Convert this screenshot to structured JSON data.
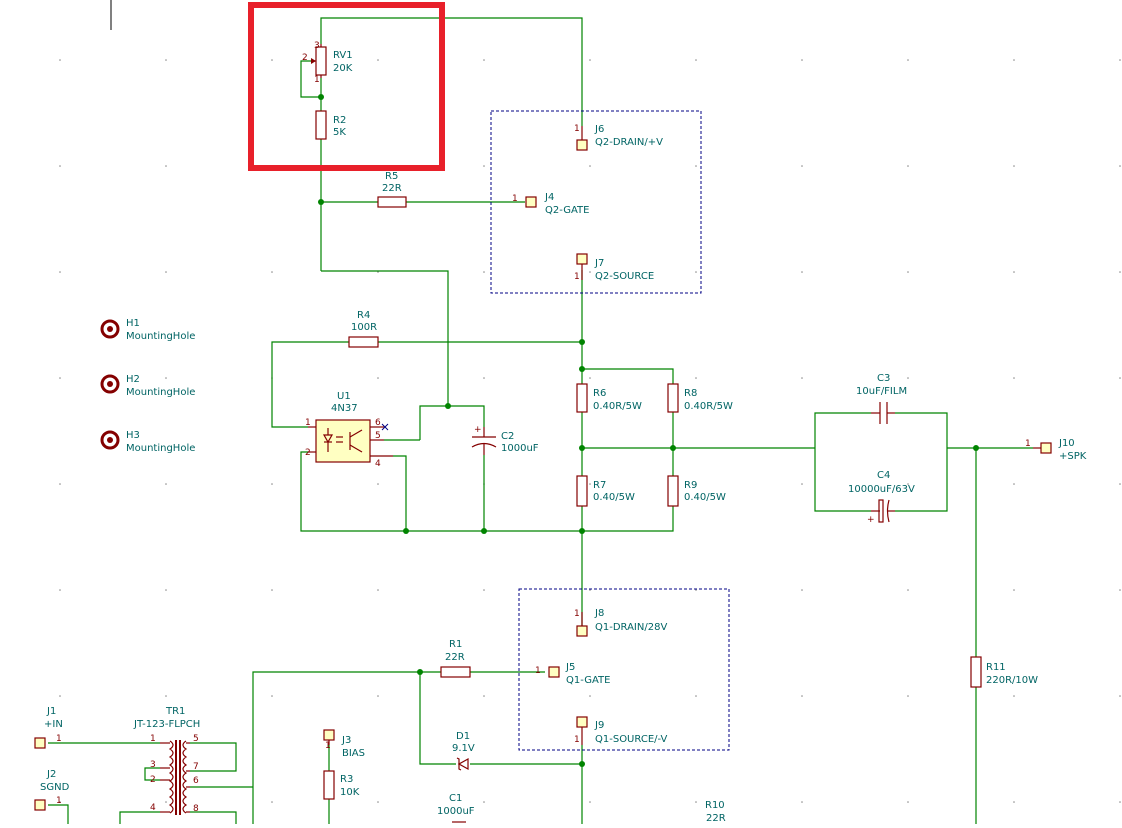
{
  "components": {
    "RV1": {
      "ref": "RV1",
      "value": "20K",
      "pins": [
        "1",
        "2",
        "3"
      ]
    },
    "R2": {
      "ref": "R2",
      "value": "5K"
    },
    "R5": {
      "ref": "R5",
      "value": "22R"
    },
    "R4": {
      "ref": "R4",
      "value": "100R"
    },
    "R6": {
      "ref": "R6",
      "value": "0.40R/5W"
    },
    "R8": {
      "ref": "R8",
      "value": "0.40R/5W"
    },
    "R7": {
      "ref": "R7",
      "value": "0.40/5W"
    },
    "R9": {
      "ref": "R9",
      "value": "0.40/5W"
    },
    "R1": {
      "ref": "R1",
      "value": "22R"
    },
    "R3": {
      "ref": "R3",
      "value": "10K"
    },
    "R10": {
      "ref": "R10",
      "value": "22R"
    },
    "R11": {
      "ref": "R11",
      "value": "220R/10W"
    },
    "C2": {
      "ref": "C2",
      "value": "1000uF",
      "plus": "+"
    },
    "C3": {
      "ref": "C3",
      "value": "10uF/FILM"
    },
    "C4": {
      "ref": "C4",
      "value": "10000uF/63V",
      "plus": "+"
    },
    "C1": {
      "ref": "C1",
      "value": "1000uF"
    },
    "D1": {
      "ref": "D1",
      "value": "9.1V"
    },
    "U1": {
      "ref": "U1",
      "value": "4N37",
      "pins": [
        "1",
        "2",
        "6",
        "5",
        "4"
      ]
    },
    "TR1": {
      "ref": "TR1",
      "value": "JT-123-FLPCH",
      "pins": [
        "1",
        "3",
        "2",
        "4",
        "5",
        "7",
        "6",
        "8"
      ]
    },
    "H1": {
      "ref": "H1",
      "value": "MountingHole"
    },
    "H2": {
      "ref": "H2",
      "value": "MountingHole"
    },
    "H3": {
      "ref": "H3",
      "value": "MountingHole"
    }
  },
  "connectors": {
    "J6": {
      "ref": "J6",
      "value": "Q2-DRAIN/+V",
      "pin": "1"
    },
    "J4": {
      "ref": "J4",
      "value": "Q2-GATE",
      "pin": "1"
    },
    "J7": {
      "ref": "J7",
      "value": "Q2-SOURCE",
      "pin": "1"
    },
    "J8": {
      "ref": "J8",
      "value": "Q1-DRAIN/28V",
      "pin": "1"
    },
    "J5": {
      "ref": "J5",
      "value": "Q1-GATE",
      "pin": "1"
    },
    "J9": {
      "ref": "J9",
      "value": "Q1-SOURCE/-V",
      "pin": "1"
    },
    "J10": {
      "ref": "J10",
      "value": "+SPK",
      "pin": "1"
    },
    "J1": {
      "ref": "J1",
      "value": "+IN",
      "pin": "1"
    },
    "J2": {
      "ref": "J2",
      "value": "SGND",
      "pin": "1"
    },
    "J3": {
      "ref": "J3",
      "value": "BIAS",
      "pin": "1"
    }
  },
  "highlight": {
    "color": "#e8202a",
    "target": "RV1 / R2"
  },
  "colors": {
    "wire": "#008400",
    "symbol": "#840000",
    "text": "#006464",
    "fill": "#ffffc2",
    "sheet": "#000084"
  }
}
